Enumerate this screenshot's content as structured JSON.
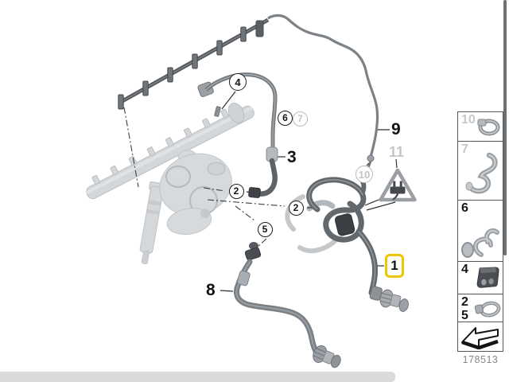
{
  "diagram": {
    "number": "178513",
    "selected_callout": "1",
    "kind": "fuel-lines-parts-diagram"
  },
  "callouts": {
    "c1": "1",
    "c2": "2",
    "c3": "3",
    "c4": "4",
    "c5": "5",
    "c6": "6",
    "c7": "7",
    "c8": "8",
    "c9": "9",
    "c10": "10",
    "c11": "11"
  },
  "warning": {
    "icon": "electrical-plug-warning-triangle"
  },
  "sidebar": {
    "items": [
      {
        "label": "10",
        "muted": true,
        "icon": "hose-clamp-icon"
      },
      {
        "label": "7",
        "muted": true,
        "icon": "retaining-clip-icon"
      },
      {
        "label": "6",
        "muted": false,
        "icon": "double-retaining-clip-icon"
      },
      {
        "label": "4",
        "muted": false,
        "icon": "rubber-grommet-icon"
      },
      {
        "label": "2",
        "label2": "5",
        "muted": false,
        "icon": "hose-clamp-icon"
      },
      {
        "label": "",
        "icon": "installation-direction-arrow-icon"
      }
    ],
    "footer": "178513"
  },
  "colors": {
    "highlight": "#f2c300",
    "hose": "#63686d",
    "hose_light": "#7d8287",
    "faded_part": "#d4d7da",
    "muted_callout": "#c2c5c8",
    "warning_gray": "#9b9fa3",
    "scrollbar": "#6e7174",
    "bottom_bar": "#d9dadb"
  }
}
